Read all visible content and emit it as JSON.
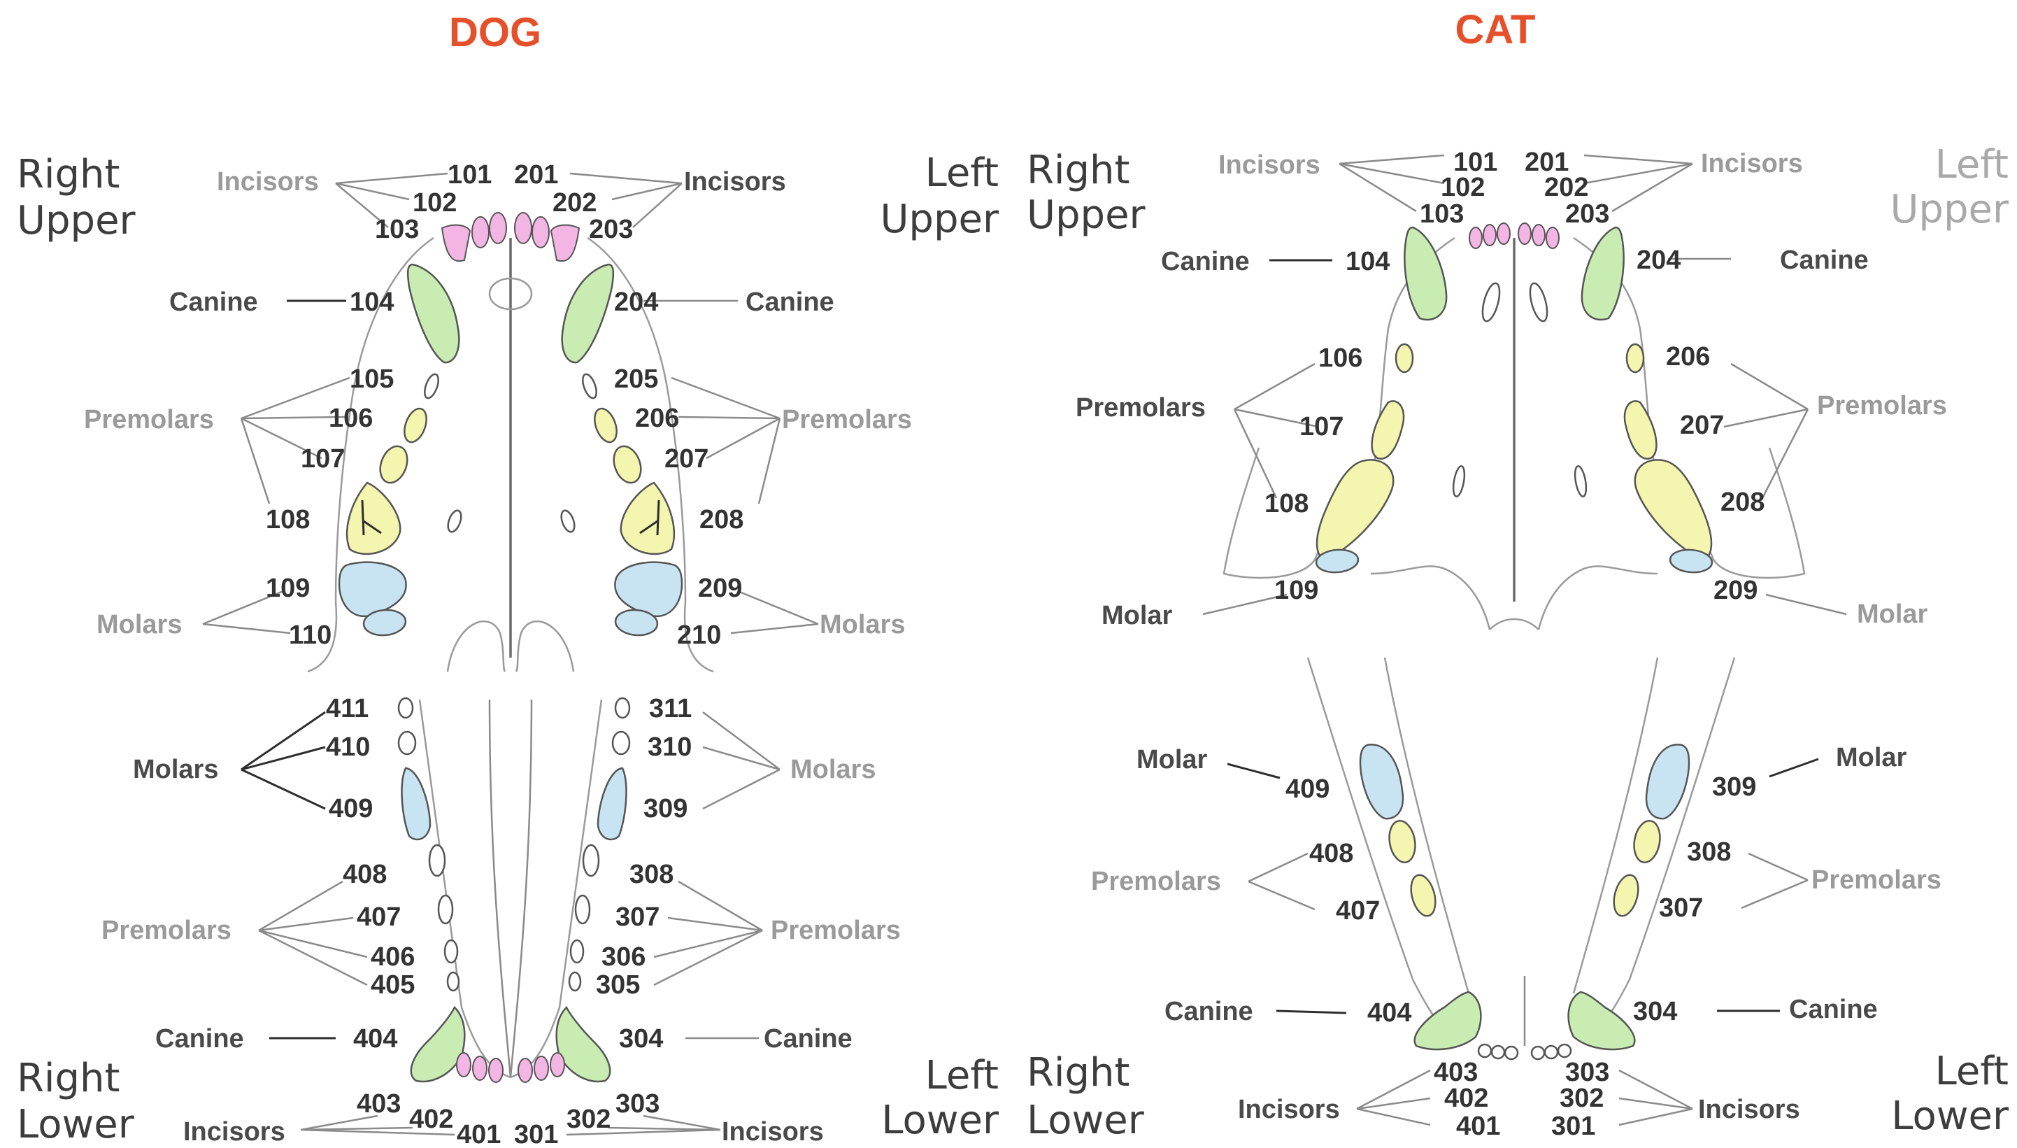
{
  "dog": {
    "title": "DOG",
    "quadrants": {
      "right_upper": [
        "Right",
        "Upper"
      ],
      "left_upper": [
        "Left",
        "Upper"
      ],
      "right_lower": [
        "Right",
        "Lower"
      ],
      "left_lower": [
        "Left",
        "Lower"
      ]
    },
    "labels": {
      "incisors": "Incisors",
      "canine": "Canine",
      "premolars": "Premolars",
      "molars": "Molars"
    },
    "teeth": {
      "upper_right": [
        "101",
        "102",
        "103",
        "104",
        "105",
        "106",
        "107",
        "108",
        "109",
        "110"
      ],
      "upper_left": [
        "201",
        "202",
        "203",
        "204",
        "205",
        "206",
        "207",
        "208",
        "209",
        "210"
      ],
      "lower_left": [
        "301",
        "302",
        "303",
        "304",
        "305",
        "306",
        "307",
        "308",
        "309",
        "310",
        "311"
      ],
      "lower_right": [
        "401",
        "402",
        "403",
        "404",
        "405",
        "406",
        "407",
        "408",
        "409",
        "410",
        "411"
      ]
    }
  },
  "cat": {
    "title": "CAT",
    "quadrants": {
      "right_upper": [
        "Right",
        "Upper"
      ],
      "left_upper": [
        "Left",
        "Upper"
      ],
      "right_lower": [
        "Right",
        "Lower"
      ],
      "left_lower": [
        "Left",
        "Lower"
      ]
    },
    "labels": {
      "incisors": "Incisors",
      "canine": "Canine",
      "premolars": "Premolars",
      "molar": "Molar"
    },
    "teeth": {
      "upper_right": [
        "101",
        "102",
        "103",
        "104",
        "106",
        "107",
        "108",
        "109"
      ],
      "upper_left": [
        "201",
        "202",
        "203",
        "204",
        "206",
        "207",
        "208",
        "209"
      ],
      "lower_left": [
        "301",
        "302",
        "303",
        "304",
        "307",
        "308",
        "309"
      ],
      "lower_right": [
        "401",
        "402",
        "403",
        "404",
        "407",
        "408",
        "409"
      ]
    }
  },
  "colors": {
    "title": "#e5502b",
    "incisor_fill": "#f3b6e4",
    "canine_fill": "#c9ecb3",
    "premolar_fill": "#f4f5ae",
    "molar_fill": "#c8e4f2"
  }
}
